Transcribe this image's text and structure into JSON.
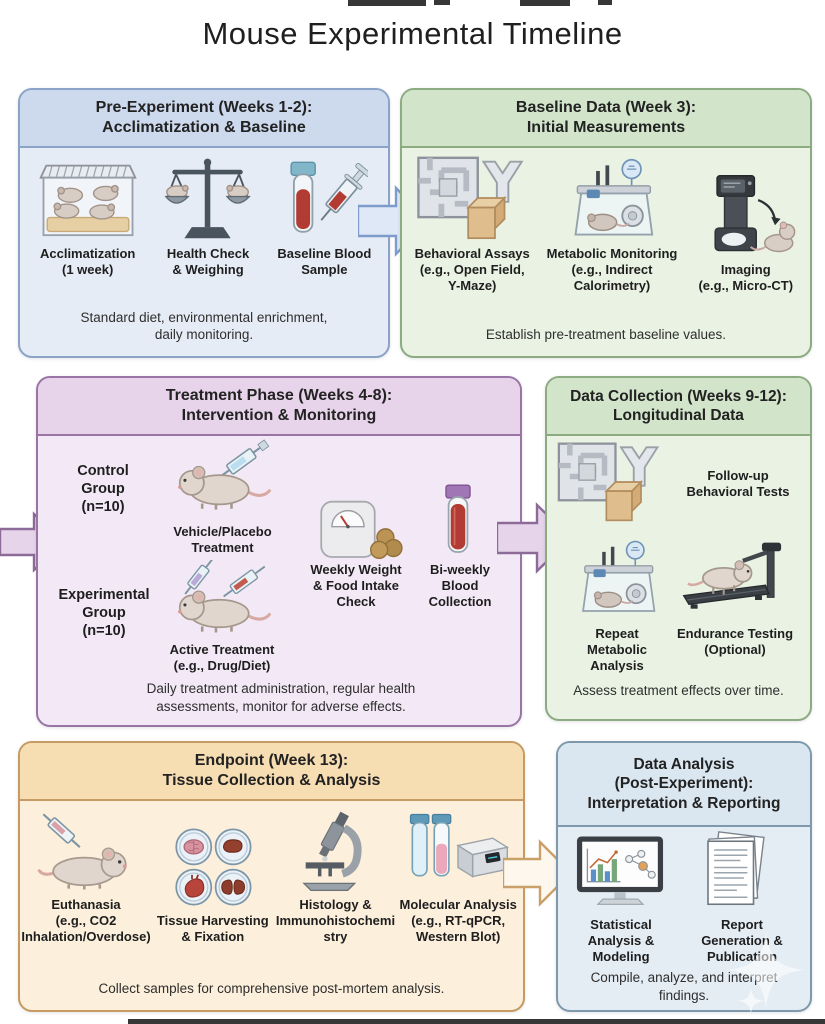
{
  "title": "Mouse Experimental Timeline",
  "colors": {
    "blue_header": "#cdd9ec",
    "blue_body": "#e6ecf5",
    "blue_border": "#8aa3c6",
    "green_header": "#d2e5cb",
    "green_body": "#e9f2e3",
    "green_border": "#8cab81",
    "purple_header": "#e7d4eb",
    "purple_body": "#f3e9f6",
    "purple_border": "#9a74a4",
    "orange_header": "#f7ddb2",
    "orange_body": "#fcefdb",
    "orange_border": "#c59a63",
    "slate_header": "#dbe7f0",
    "slate_body": "#e5edf4",
    "slate_border": "#7e99ab",
    "arrow_blue": "#7e9ccb",
    "arrow_purple": "#8d6b99",
    "arrow_tan": "#c9a06a"
  },
  "panel1": {
    "header": "Pre-Experiment (Weeks 1-2):\nAcclimatization & Baseline",
    "items": [
      {
        "icon": "mouse-cage-icon",
        "label": "Acclimatization\n(1 week)"
      },
      {
        "icon": "balance-scale-icon",
        "label": "Health Check\n& Weighing"
      },
      {
        "icon": "blood-tube-syringe-icon",
        "label": "Baseline Blood\nSample"
      }
    ],
    "note": "Standard diet, environmental enrichment,\ndaily monitoring."
  },
  "panel2": {
    "header": "Baseline Data (Week 3):\nInitial Measurements",
    "items": [
      {
        "icon": "behavior-maze-icon",
        "label": "Behavioral Assays\n(e.g., Open Field,\nY-Maze)"
      },
      {
        "icon": "metabolic-cage-icon",
        "label": "Metabolic Monitoring\n(e.g., Indirect\nCalorimetry)"
      },
      {
        "icon": "micro-ct-icon",
        "label": "Imaging\n(e.g., Micro-CT)"
      }
    ],
    "note": "Establish pre-treatment baseline values."
  },
  "panel3": {
    "header": "Treatment Phase (Weeks 4-8):\nIntervention & Monitoring",
    "groups": [
      {
        "label": "Control\nGroup\n(n=10)",
        "icon": "mouse-syringe-icon",
        "treatment": "Vehicle/Placebo\nTreatment"
      },
      {
        "label": "Experimental\nGroup\n(n=10)",
        "icon": "mouse-two-syringes-icon",
        "treatment": "Active Treatment\n(e.g., Drug/Diet)"
      }
    ],
    "monitoring": [
      {
        "icon": "weight-scale-food-icon",
        "label": "Weekly Weight\n& Food Intake\nCheck"
      },
      {
        "icon": "blood-collection-tube-icon",
        "label": "Bi-weekly\nBlood\nCollection"
      }
    ],
    "note": "Daily treatment administration, regular health\nassessments, monitor for adverse effects."
  },
  "panel4": {
    "header": "Data Collection (Weeks 9-12):\nLongitudinal Data",
    "items": [
      {
        "icon": "behavior-maze-icon",
        "label": "Follow-up\nBehavioral Tests"
      },
      {
        "icon": "metabolic-cage-icon",
        "label": "Repeat\nMetabolic\nAnalysis"
      },
      {
        "icon": "treadmill-icon",
        "label": "Endurance Testing\n(Optional)"
      }
    ],
    "note": "Assess treatment effects over time."
  },
  "panel5": {
    "header": "Endpoint (Week 13):\nTissue Collection & Analysis",
    "items": [
      {
        "icon": "euthanasia-mouse-icon",
        "label": "Euthanasia\n(e.g., CO2\nInhalation/Overdose)"
      },
      {
        "icon": "tissue-dishes-icon",
        "label": "Tissue Harvesting\n& Fixation"
      },
      {
        "icon": "microscope-icon",
        "label": "Histology &\nImmunohistochemi\nstry"
      },
      {
        "icon": "molecular-analysis-icon",
        "label": "Molecular Analysis\n(e.g., RT-qPCR,\nWestern Blot)"
      }
    ],
    "note": "Collect samples for comprehensive post-mortem analysis."
  },
  "panel6": {
    "header": "Data Analysis\n(Post-Experiment):\nInterpretation & Reporting",
    "items": [
      {
        "icon": "stats-monitor-icon",
        "label": "Statistical\nAnalysis &\nModeling"
      },
      {
        "icon": "report-papers-icon",
        "label": "Report\nGeneration &\nPublication"
      }
    ],
    "note": "Compile, analyze, and interpret\nfindings."
  }
}
